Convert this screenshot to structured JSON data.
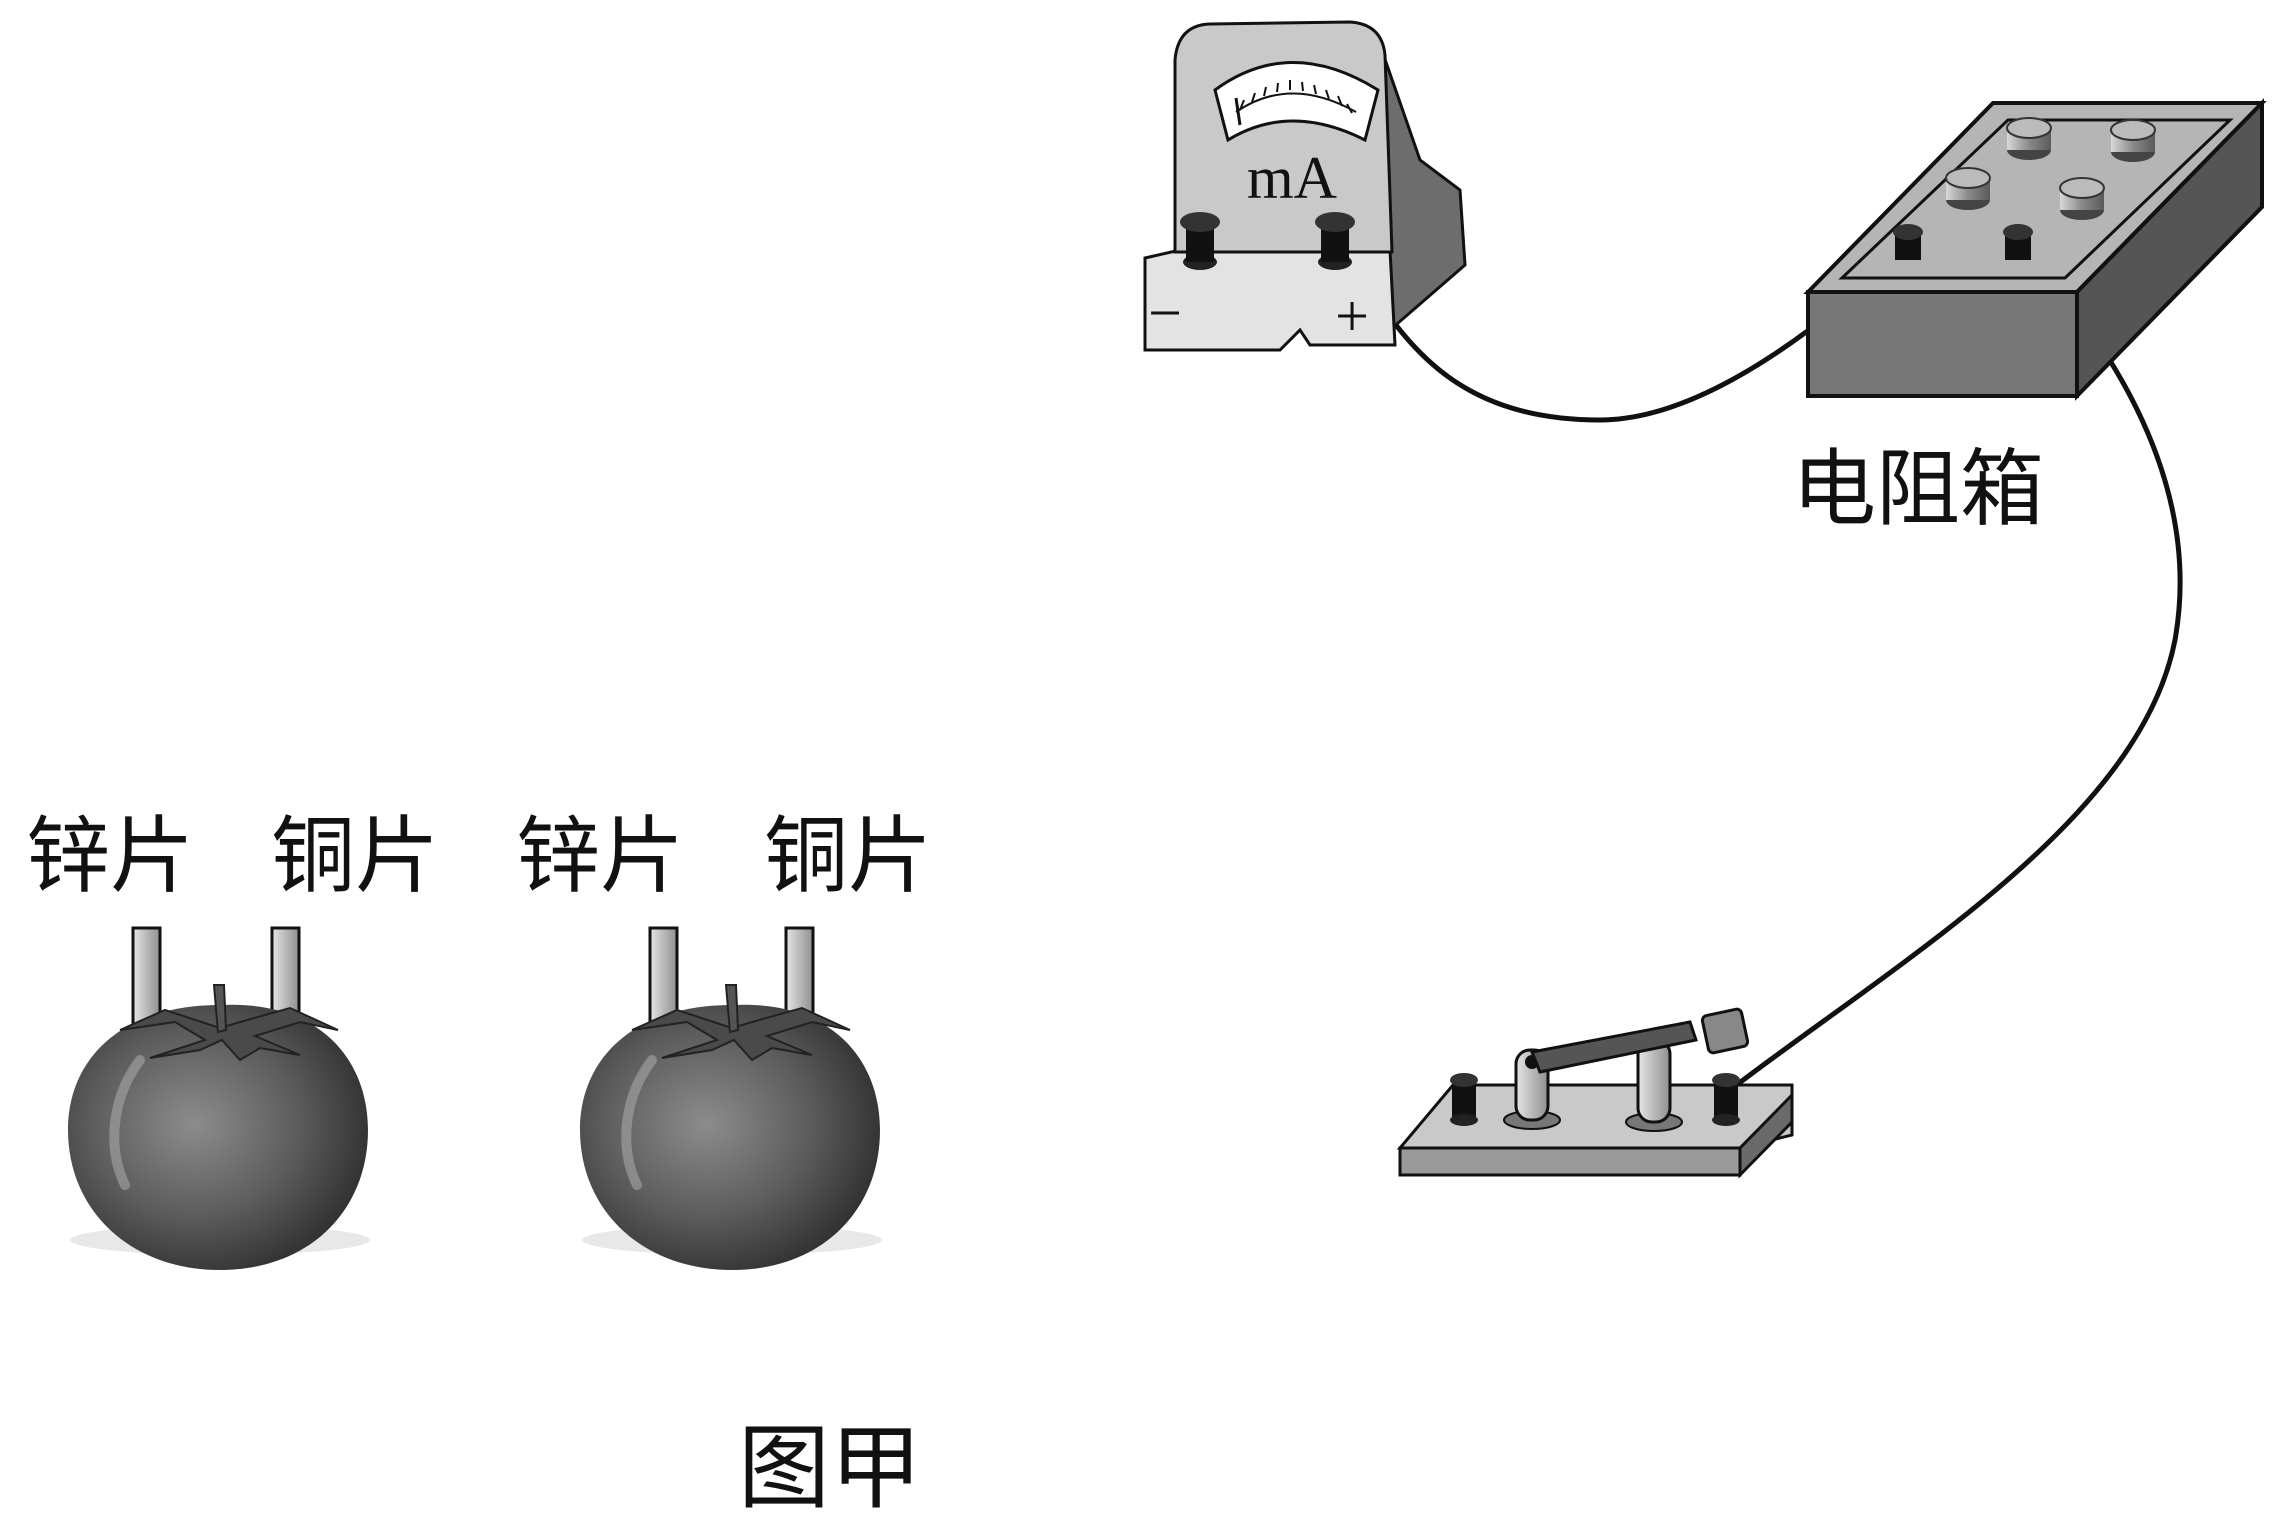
{
  "ammeter": {
    "unit_label": "mA",
    "neg_label": "−",
    "pos_label": "+"
  },
  "resistance_box": {
    "label": "电阻箱"
  },
  "fruit_cells": [
    {
      "zinc_label": "锌片",
      "copper_label": "铜片"
    },
    {
      "zinc_label": "锌片",
      "copper_label": "铜片"
    }
  ],
  "caption": "图甲"
}
